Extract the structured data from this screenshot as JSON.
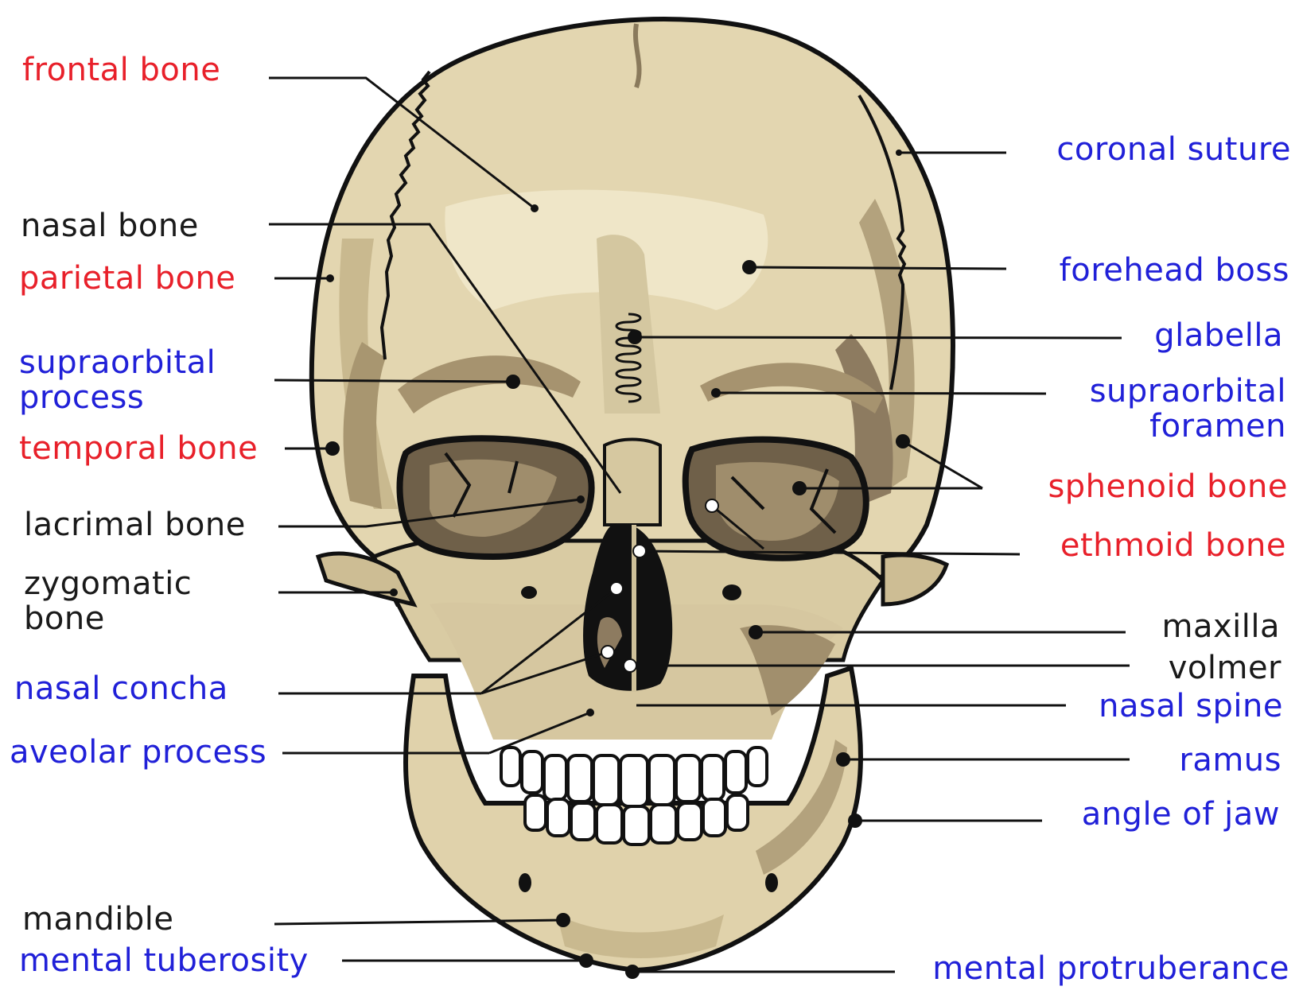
{
  "colors": {
    "red": "#e8202a",
    "blue": "#2020d8",
    "black": "#1a1a1a",
    "bone": "#e3d6b0",
    "bone_light": "#ede3c4",
    "bone_shadow": "#b3a27d",
    "bone_dark": "#7a6a52",
    "outline": "#111111"
  },
  "labels": {
    "frontal_bone": {
      "text": "frontal bone",
      "color": "red"
    },
    "nasal_bone": {
      "text": "nasal bone",
      "color": "black"
    },
    "parietal_bone": {
      "text": "parietal bone",
      "color": "red"
    },
    "supraorbital_process": {
      "text": "supraorbital\nprocess",
      "color": "blue"
    },
    "temporal_bone": {
      "text": "temporal bone",
      "color": "red"
    },
    "lacrimal_bone": {
      "text": "lacrimal bone",
      "color": "black"
    },
    "zygomatic_bone": {
      "text": "zygomatic\nbone",
      "color": "black"
    },
    "nasal_concha": {
      "text": "nasal concha",
      "color": "blue"
    },
    "aveolar_process": {
      "text": "aveolar process",
      "color": "blue"
    },
    "mandible": {
      "text": "mandible",
      "color": "black"
    },
    "mental_tuberosity": {
      "text": "mental tuberosity",
      "color": "blue"
    },
    "coronal_suture": {
      "text": "coronal suture",
      "color": "blue"
    },
    "forehead_boss": {
      "text": "forehead boss",
      "color": "blue"
    },
    "glabella": {
      "text": "glabella",
      "color": "blue"
    },
    "supraorbital_foramen": {
      "text": "supraorbital\nforamen",
      "color": "blue"
    },
    "sphenoid_bone": {
      "text": "sphenoid bone",
      "color": "red"
    },
    "ethmoid_bone": {
      "text": "ethmoid bone",
      "color": "red"
    },
    "maxilla": {
      "text": "maxilla",
      "color": "black"
    },
    "volmer": {
      "text": "volmer",
      "color": "black"
    },
    "nasal_spine": {
      "text": "nasal spine",
      "color": "blue"
    },
    "ramus": {
      "text": "ramus",
      "color": "blue"
    },
    "angle_of_jaw": {
      "text": "angle of jaw",
      "color": "blue"
    },
    "mental_protruberance": {
      "text": "mental protruberance",
      "color": "blue"
    }
  }
}
